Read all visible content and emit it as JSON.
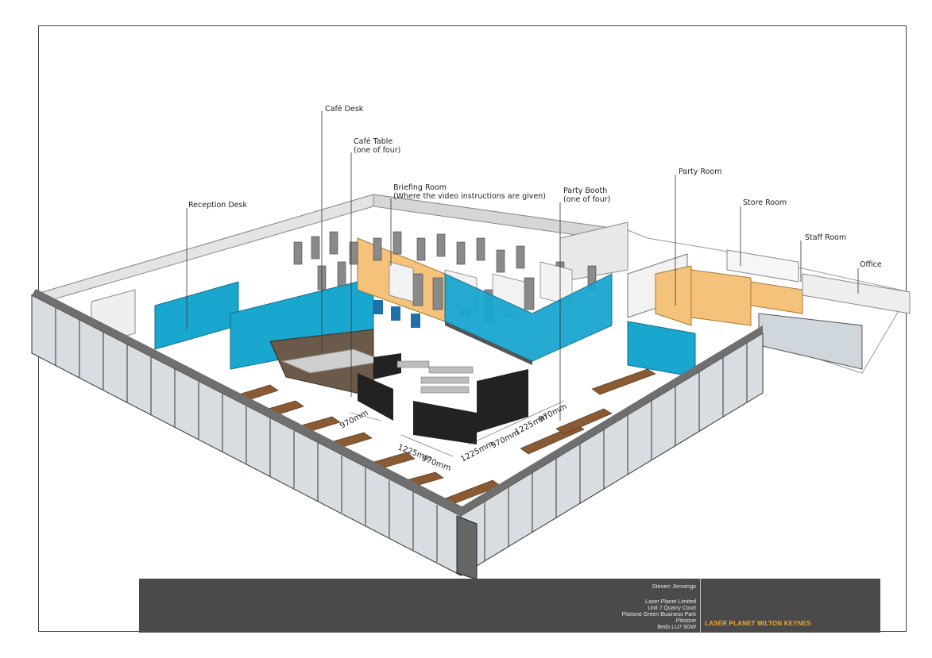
{
  "labels": {
    "cafe_desk": "Café Desk",
    "cafe_table_1": "Café Table",
    "cafe_table_2": "(one of four)",
    "briefing_1": "Briefing Room",
    "briefing_2": "(Where the video instructions are given)",
    "party_booth_1": "Party Booth",
    "party_booth_2": "(one of four)",
    "party_room": "Party Room",
    "store_room": "Store Room",
    "staff_room": "Staff Room",
    "office": "Office",
    "reception_desk": "Reception Desk"
  },
  "dimensions": {
    "d1": "970mm",
    "d2": "1225mm",
    "d3": "970mm",
    "d4": "1225mm",
    "d5": "970mm",
    "d6": "1225mm",
    "d7": "970mm"
  },
  "title_block": {
    "name": "Steven Jennings",
    "address": [
      "Laser Planet Limited",
      "Unit 7 Quarry Court",
      "Pitstone Green Business Park",
      "Pitstone",
      "Beds LU7 9GW"
    ],
    "project": "LASER PLANET MILTON KEYNES"
  },
  "colors": {
    "accent_blue": "#1aa7cf",
    "wall_grey": "#e6e6e6",
    "floor_white": "#ffffff",
    "wood": "#8a5a33",
    "orange_wall": "#f4c27a",
    "glass": "#cfd6dc",
    "dark": "#2a2a2a",
    "title_block_bg": "#4a4a4a",
    "project_orange": "#f5a623"
  }
}
